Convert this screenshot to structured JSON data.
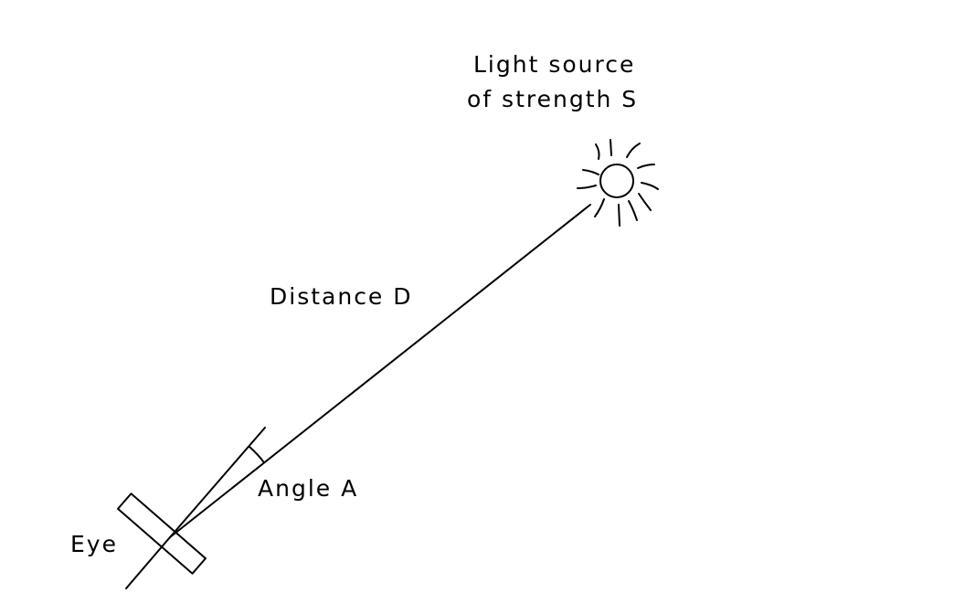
{
  "labels": {
    "light_source_line1": "Light source",
    "light_source_line2": "of strength S",
    "distance": "Distance D",
    "angle": "Angle A",
    "eye": "Eye"
  }
}
